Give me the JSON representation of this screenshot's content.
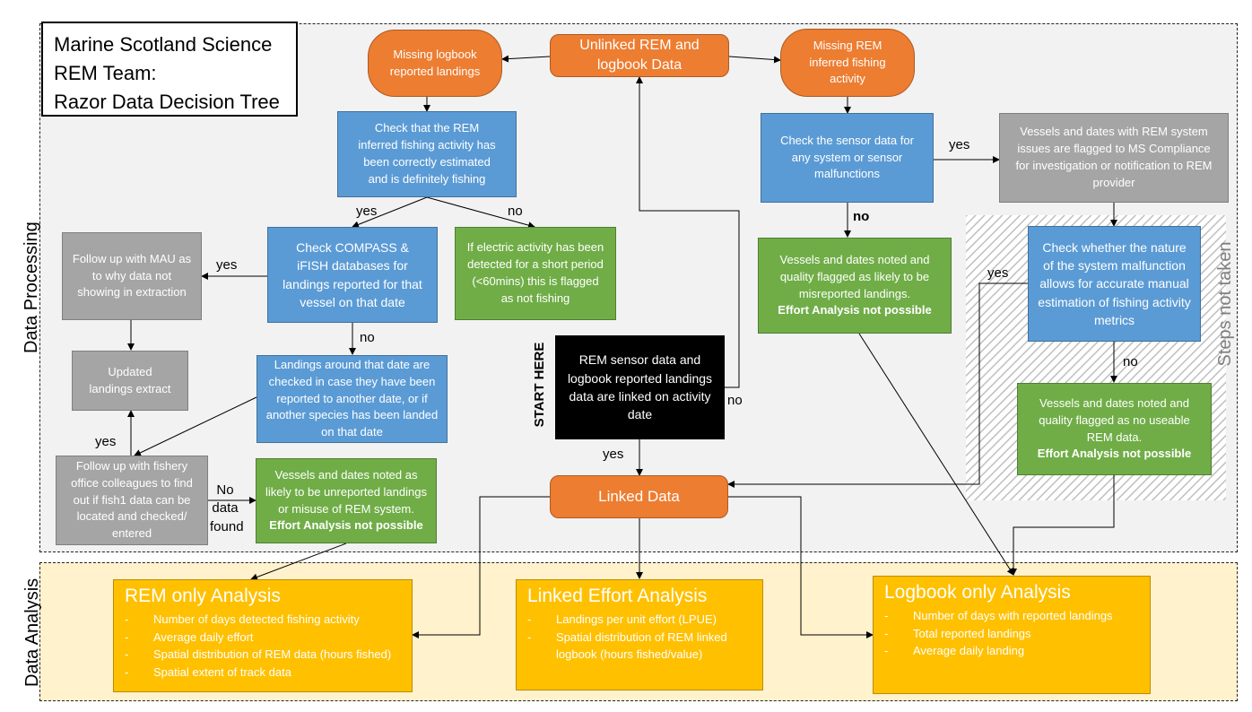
{
  "title": {
    "line1": "Marine Scotland Science",
    "line2": "REM Team:",
    "line3": "Razor Data Decision Tree"
  },
  "side_labels": {
    "processing": "Data Processing",
    "analysis": "Data Analysis",
    "steps_not_taken": "Steps not taken"
  },
  "start_here": "START HERE",
  "nodes": {
    "unlinked": "Unlinked REM and logbook Data",
    "missing_logbook": "Missing logbook reported landings",
    "missing_rem": "Missing REM inferred fishing activity",
    "check_rem_inferred": "Check that the REM inferred fishing activity has been correctly estimated and is definitely fishing",
    "check_sensor": "Check the sensor data for any system or sensor malfunctions",
    "vessels_issues": "Vessels and dates with REM system issues are flagged to MS Compliance for investigation or notification to REM provider",
    "follow_up_mau": "Follow up with MAU as to why data not showing in extraction",
    "check_compass": "Check COMPASS & iFISH databases for landings reported for that vessel on that date",
    "electric_activity": "If electric activity has been detected for a short period (<60mins) this is flagged as not fishing",
    "misreported_text": "Vessels and dates noted and quality flagged as likely to be misreported landings.",
    "misreported_bold": "Effort Analysis not possible",
    "check_nature": "Check whether the nature of the system malfunction allows for accurate manual estimation of fishing activity metrics",
    "updated_extract": "Updated landings extract",
    "landings_around": "Landings around that date are checked in case they have been reported to another date, or if another species has been landed on that date",
    "rem_sensor_linked": "REM sensor data and logbook reported landings data are linked on activity date",
    "no_useable_text": "Vessels and dates noted and quality flagged as no useable REM data.",
    "no_useable_bold": "Effort Analysis not possible",
    "follow_fishery": "Follow up with fishery office colleagues to find out if fish1 data can be located and checked/ entered",
    "unreported_text": "Vessels and dates noted as likely to be unreported landings or misuse of REM system.",
    "unreported_bold": "Effort Analysis not possible",
    "linked_data": "Linked Data"
  },
  "edge_labels": {
    "yes_sensor": "yes",
    "no_sensor": "no",
    "yes_rem": "yes",
    "no_rem": "no",
    "yes_compass": "yes",
    "no_compass": "no",
    "yes_nature": "yes",
    "no_nature": "no",
    "yes_fishery": "yes",
    "no_data_found": "No data found",
    "no_start": "no",
    "yes_start": "yes"
  },
  "analysis": {
    "rem_only": {
      "title": "REM only Analysis",
      "items": [
        "Number of days  detected fishing activity",
        "Average daily effort",
        "Spatial distribution of REM data (hours fished)",
        "Spatial extent of track data"
      ]
    },
    "linked": {
      "title": "Linked Effort Analysis",
      "items": [
        "Landings per unit effort (LPUE)",
        "Spatial distribution of REM linked logbook (hours fished/value)"
      ]
    },
    "logbook_only": {
      "title": "Logbook only Analysis",
      "items": [
        "Number of days with reported landings",
        "Total reported landings",
        "Average daily landing"
      ]
    }
  },
  "colors": {
    "blue": "#5b9bd5",
    "green": "#70ad47",
    "grey": "#a5a5a5",
    "orange": "#ed7d31",
    "gold": "#ffc000",
    "processing_bg": "#f2f2f2",
    "analysis_bg": "#fff2cc"
  }
}
